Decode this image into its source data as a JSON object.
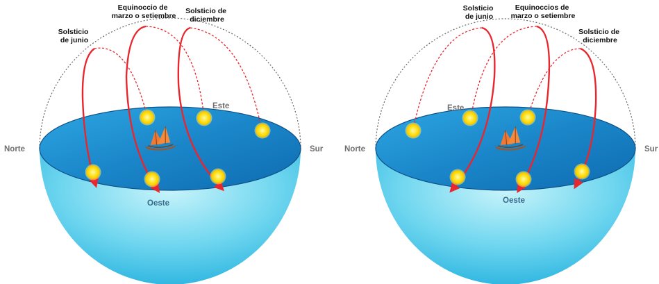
{
  "diagrams": [
    {
      "labels": {
        "june": [
          "Solsticio",
          "de junio"
        ],
        "equinox": [
          "Equinoccio de",
          "marzo o setiembre"
        ],
        "december": [
          "Solsticio de",
          "diciembre"
        ]
      },
      "directions": {
        "north": "Norte",
        "south": "Sur",
        "east": "Este",
        "west": "Oeste"
      }
    },
    {
      "labels": {
        "june": [
          "Solsticio",
          "de junio"
        ],
        "equinox": [
          "Equinoccios de",
          "marzo o setiembre"
        ],
        "december": [
          "Solsticio de",
          "diciembre"
        ]
      },
      "directions": {
        "north": "Norte",
        "south": "Sur",
        "east": "Este",
        "west": "Oeste"
      }
    }
  ],
  "colors": {
    "sun_path": "#e8262d",
    "sun": "#ffe11a",
    "sun_glow": "#fff27a",
    "ocean_top": "#1c8fd0",
    "ocean_side": "#63d3ee",
    "sky_dome": "#666666",
    "sail": "#f07a33",
    "hull": "#a9531f"
  },
  "icons": {
    "boat": "voyaging-canoe-icon",
    "sun": "sun-icon"
  }
}
